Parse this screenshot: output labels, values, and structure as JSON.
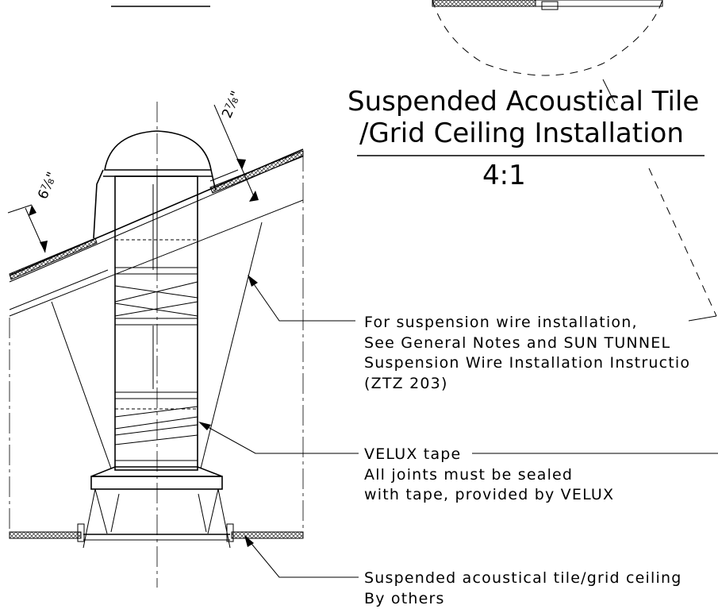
{
  "detail": {
    "title_line1": "Suspended Acoustical Tile",
    "title_line2": "/Grid Ceiling Installation",
    "scale": "4:1"
  },
  "dimensions": {
    "left_offset": "6⅞\"",
    "right_offset": "2⅞\""
  },
  "notes": {
    "suspension": {
      "line1": "For suspension wire installation,",
      "line2": "See General Notes and SUN TUNNEL",
      "line3": "Suspension Wire Installation Instructio",
      "line4": "(ZTZ 203)"
    },
    "tape": {
      "line1": "VELUX tape",
      "line2": "All joints must be sealed",
      "line3": "with tape, provided by VELUX"
    },
    "ceiling": {
      "line1": "Suspended acoustical tile/grid ceiling",
      "line2": "By others"
    }
  }
}
